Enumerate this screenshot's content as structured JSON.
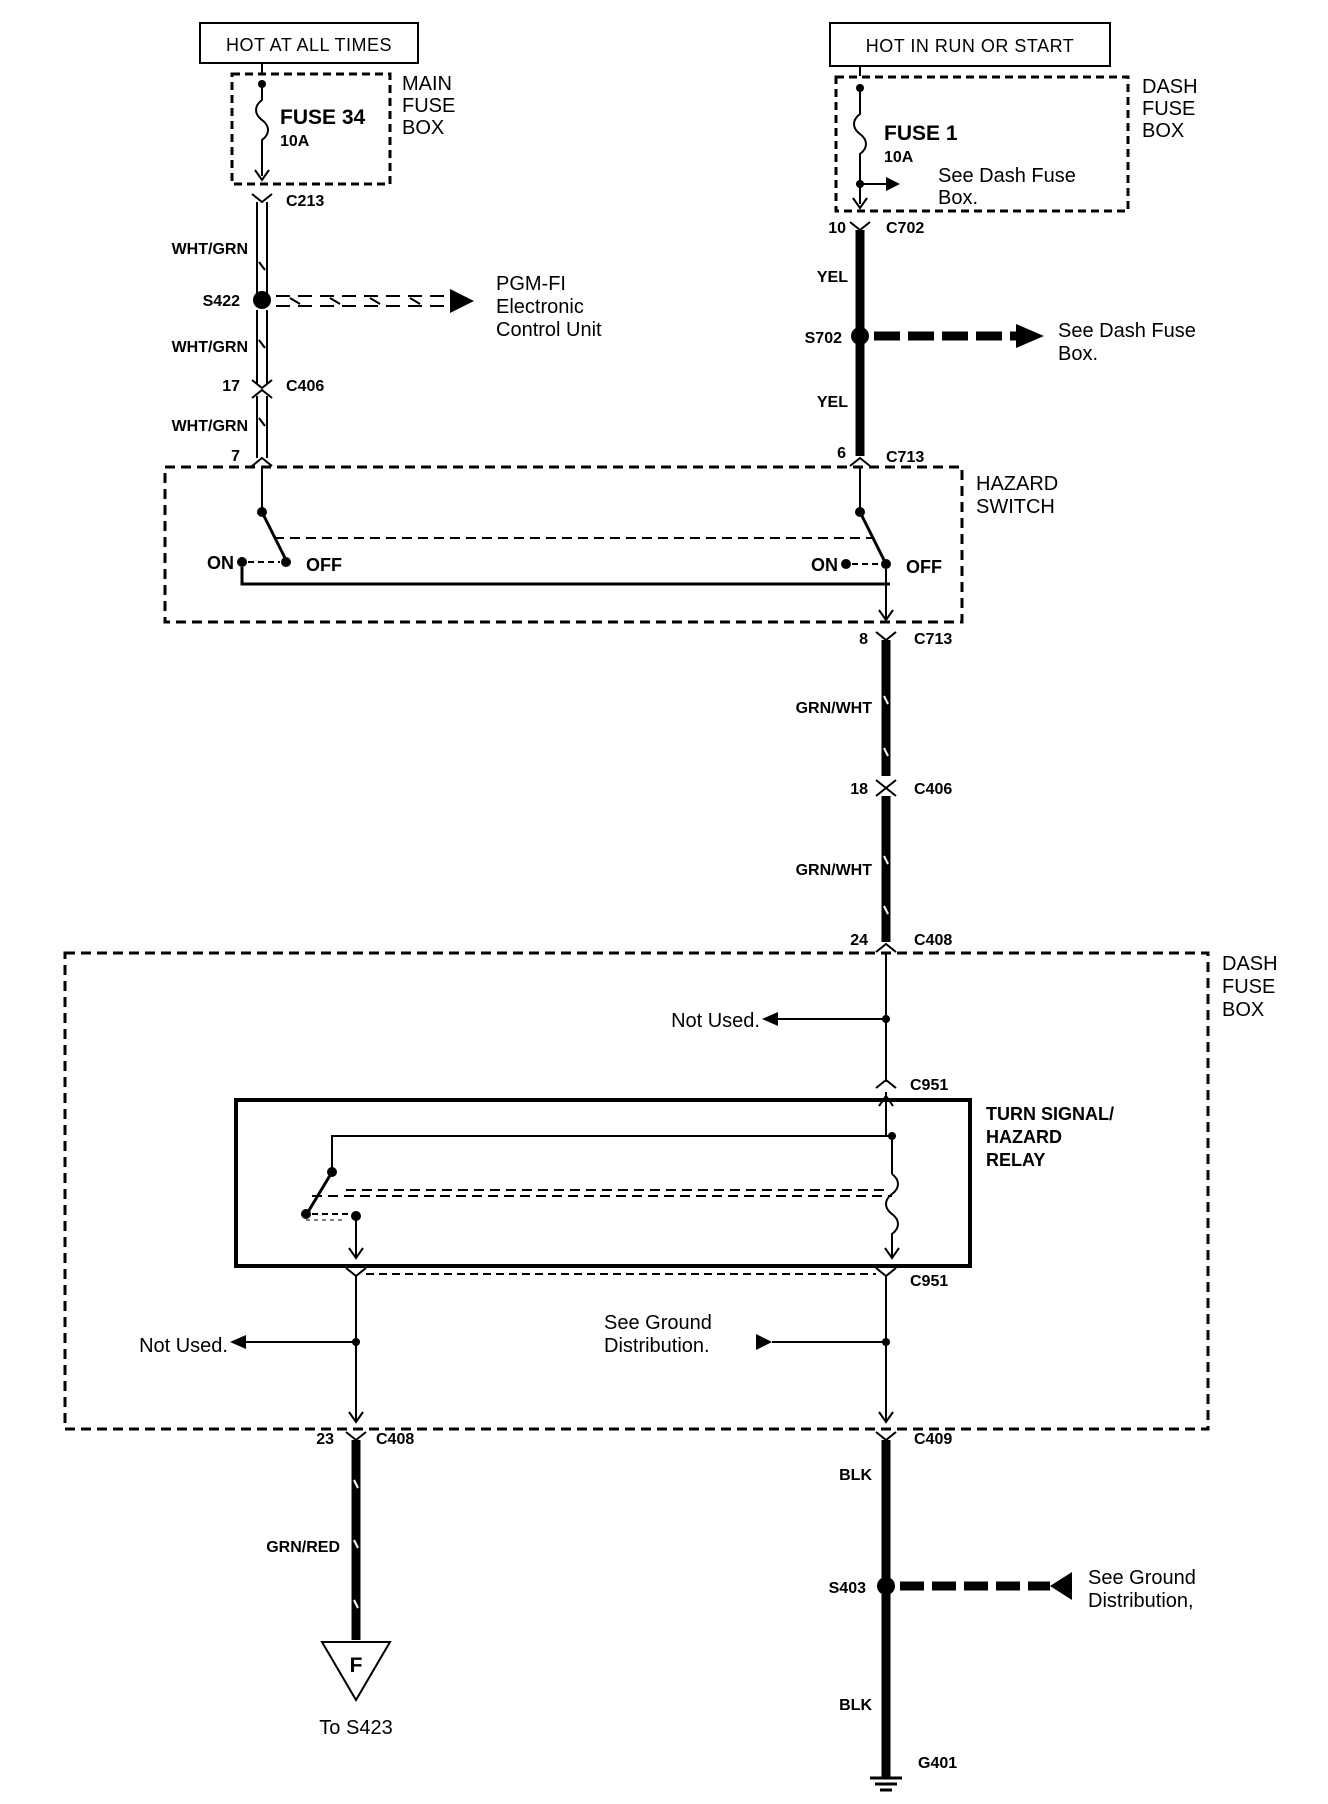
{
  "sources": {
    "left_header": "HOT AT ALL TIMES",
    "right_header": "HOT IN RUN OR START"
  },
  "main_fuse_box": {
    "label_lines": [
      "MAIN",
      "FUSE",
      "BOX"
    ],
    "fuse_name": "FUSE 34",
    "fuse_rating": "10A"
  },
  "dash_fuse_box_top": {
    "label_lines": [
      "DASH",
      "FUSE",
      "BOX"
    ],
    "fuse_name": "FUSE 1",
    "fuse_rating": "10A",
    "note_lines": [
      "See Dash Fuse",
      "Box."
    ]
  },
  "left_circuit": {
    "connector_c213": "C213",
    "wire_1": "WHT/GRN",
    "splice": "S422",
    "splice_dest_lines": [
      "PGM-FI",
      "Electronic",
      "Control Unit"
    ],
    "wire_2": "WHT/GRN",
    "c406_pin": "17",
    "c406": "C406",
    "wire_3": "WHT/GRN",
    "c713_pin": "7"
  },
  "right_circuit": {
    "c702_pin": "10",
    "c702": "C702",
    "wire_1": "YEL",
    "splice": "S702",
    "splice_dest_lines": [
      "See Dash Fuse",
      "Box."
    ],
    "wire_2": "YEL",
    "c713_pin": "6",
    "c713": "C713"
  },
  "hazard_switch": {
    "label_lines": [
      "HAZARD",
      "SWITCH"
    ],
    "on": "ON",
    "off": "OFF"
  },
  "middle_circuit": {
    "c713_pin": "8",
    "c713": "C713",
    "wire_1": "GRN/WHT",
    "c406_pin": "18",
    "c406": "C406",
    "wire_2": "GRN/WHT",
    "c408_pin": "24",
    "c408": "C408"
  },
  "dash_fuse_box_bottom": {
    "label_lines": [
      "DASH",
      "FUSE",
      "BOX"
    ],
    "not_used_top": "Not Used.",
    "c951": "C951",
    "relay_lines": [
      "TURN SIGNAL/",
      "HAZARD",
      "RELAY"
    ],
    "not_used_bottom": "Not Used.",
    "ground_note_lines": [
      "See Ground",
      "Distribution."
    ]
  },
  "lower_left": {
    "c408_pin": "23",
    "c408": "C408",
    "wire": "GRN/RED",
    "terminal": "F",
    "dest": "To S423"
  },
  "lower_right": {
    "c409": "C409",
    "wire_1": "BLK",
    "splice": "S403",
    "splice_note_lines": [
      "See Ground",
      "Distribution,"
    ],
    "wire_2": "BLK",
    "ground": "G401"
  }
}
